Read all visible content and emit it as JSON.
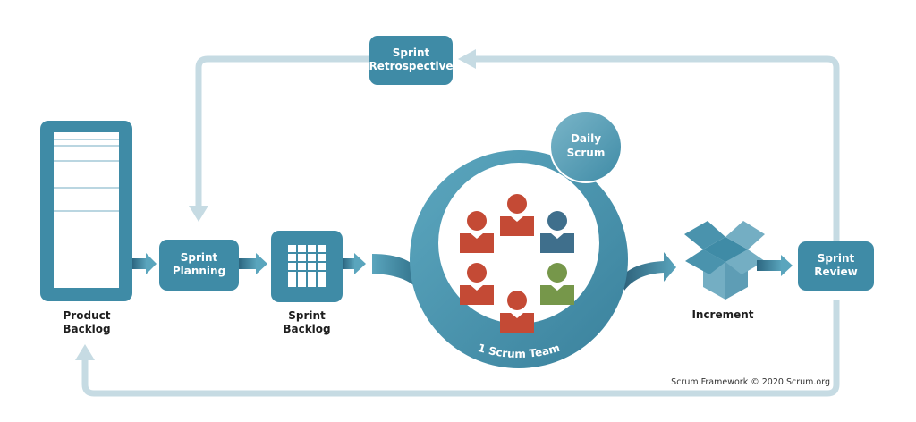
{
  "title": "Scrum Framework",
  "colors": {
    "primary": "#3f8ba6",
    "primary_dark": "#2f6f88",
    "loop": "#c6dbe3",
    "person_red": "#c44a35",
    "person_blue": "#3f6f8c",
    "person_green": "#76974a",
    "box_light": "#74aec3",
    "text_dark": "#1e1e1e"
  },
  "nodes": {
    "product_backlog": {
      "label_line1": "Product",
      "label_line2": "Backlog",
      "icon": "backlog-list-icon"
    },
    "sprint_planning": {
      "label_line1": "Sprint",
      "label_line2": "Planning"
    },
    "sprint_backlog": {
      "label_line1": "Sprint",
      "label_line2": "Backlog",
      "icon": "grid-icon"
    },
    "sprint": {
      "ring_label": "1 Scrum Team",
      "team_size": 6,
      "member_colors": [
        "red",
        "red",
        "blue",
        "red",
        "green",
        "red"
      ]
    },
    "daily_scrum": {
      "label_line1": "Daily",
      "label_line2": "Scrum"
    },
    "increment": {
      "label": "Increment",
      "icon": "open-box-icon"
    },
    "sprint_review": {
      "label_line1": "Sprint",
      "label_line2": "Review"
    },
    "sprint_retrospective": {
      "label_line1": "Sprint",
      "label_line2": "Retrospective"
    }
  },
  "footer": "Scrum Framework © 2020 Scrum.org"
}
